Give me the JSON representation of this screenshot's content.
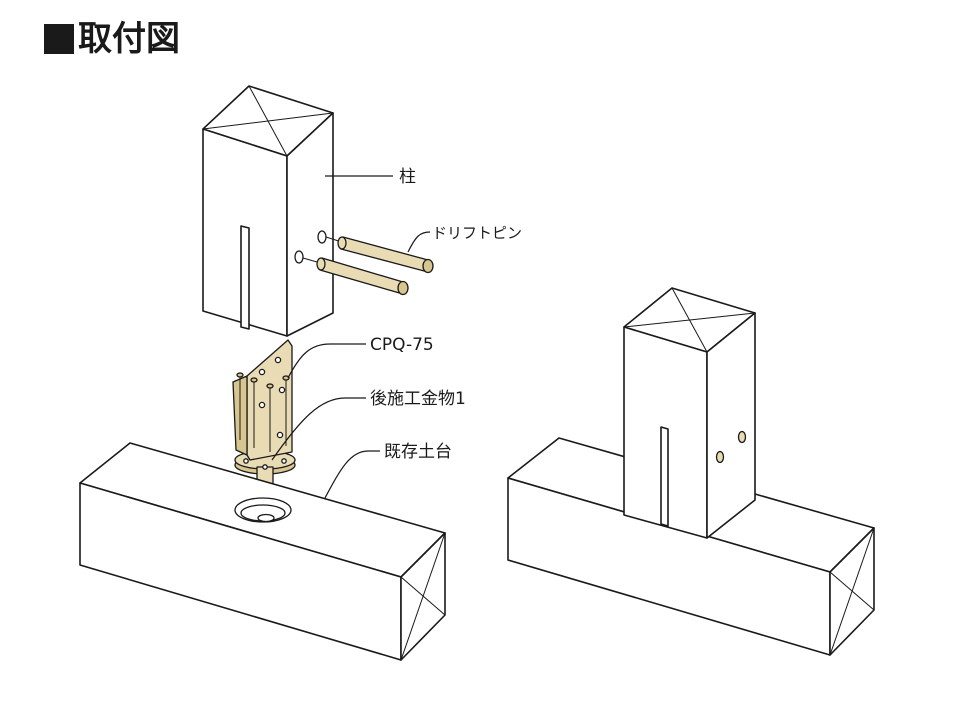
{
  "title": "取付図",
  "labels": {
    "column": "柱",
    "drift_pin": "ドリフトピン",
    "cpq": "CPQ-75",
    "retrofit_hardware": "後施工金物1",
    "existing_sill": "既存土台"
  },
  "colors": {
    "line": "#1a1a1a",
    "hardware_fill": "#e9dcb4",
    "background": "#ffffff"
  }
}
